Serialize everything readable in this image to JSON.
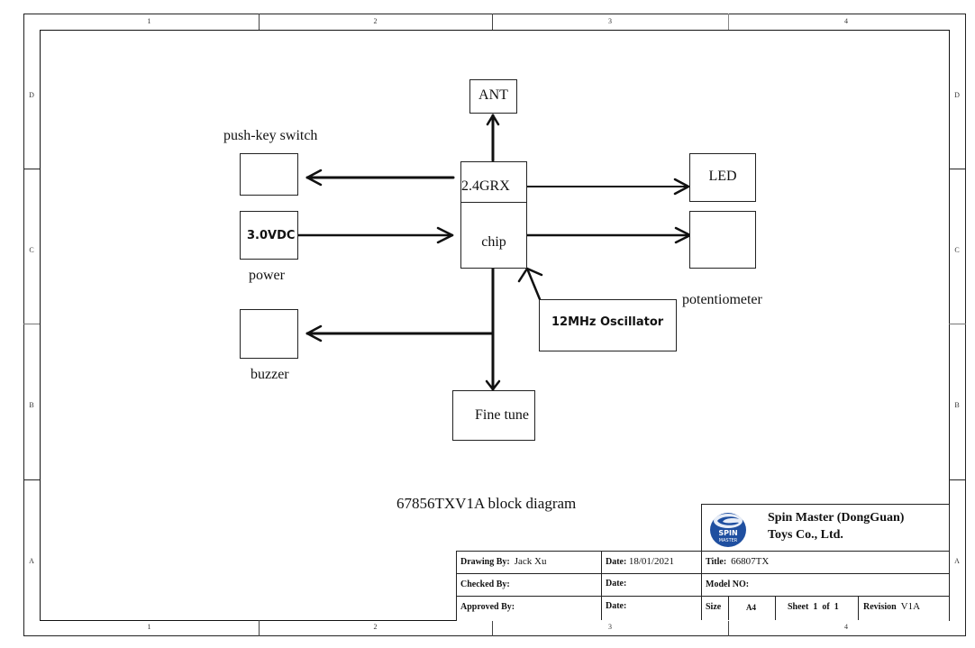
{
  "drawing": {
    "caption": "67856TXV1A block diagram",
    "frame": {
      "columns": [
        "1",
        "2",
        "3",
        "4"
      ],
      "rows": [
        "D",
        "C",
        "B",
        "A"
      ]
    },
    "blocks": {
      "ant": "ANT",
      "rx": "2.4GRX",
      "chip": "chip",
      "led": "LED",
      "power_box": "3.0VDC",
      "oscillator": "12MHz Oscillator",
      "fine_tune": "Fine tune",
      "push_key_box": "",
      "buzzer_box": "",
      "potentiometer_box": ""
    },
    "labels": {
      "push_key_switch": "push-key switch",
      "power": "power",
      "buzzer": "buzzer",
      "potentiometer": "potentiometer"
    },
    "colors": {
      "line": "#111111",
      "logo_blue": "#1f4fa0",
      "logo_dark": "#0b2a6b"
    }
  },
  "title_block": {
    "company_line1": "Spin Master (DongGuan)",
    "company_line2": "Toys  Co., Ltd.",
    "logo": {
      "icon": "spin-master-logo",
      "text_top": "SPIN",
      "text_bottom": "MASTER"
    },
    "drawing_by_label": "Drawing By:",
    "drawing_by_value": "Jack Xu",
    "checked_by_label": "Checked By:",
    "approved_by_label": "Approved By:",
    "date_label": "Date:",
    "date_value": "18/01/2021",
    "title_label": "Title:",
    "title_value": "66807TX",
    "model_label": "Model NO:",
    "size_label": "Size",
    "size_value": "A4",
    "sheet_label": "Sheet",
    "sheet_value": "1",
    "sheet_of": "of",
    "sheet_total": "1",
    "revision_label": "Revision",
    "revision_value": "V1A"
  }
}
